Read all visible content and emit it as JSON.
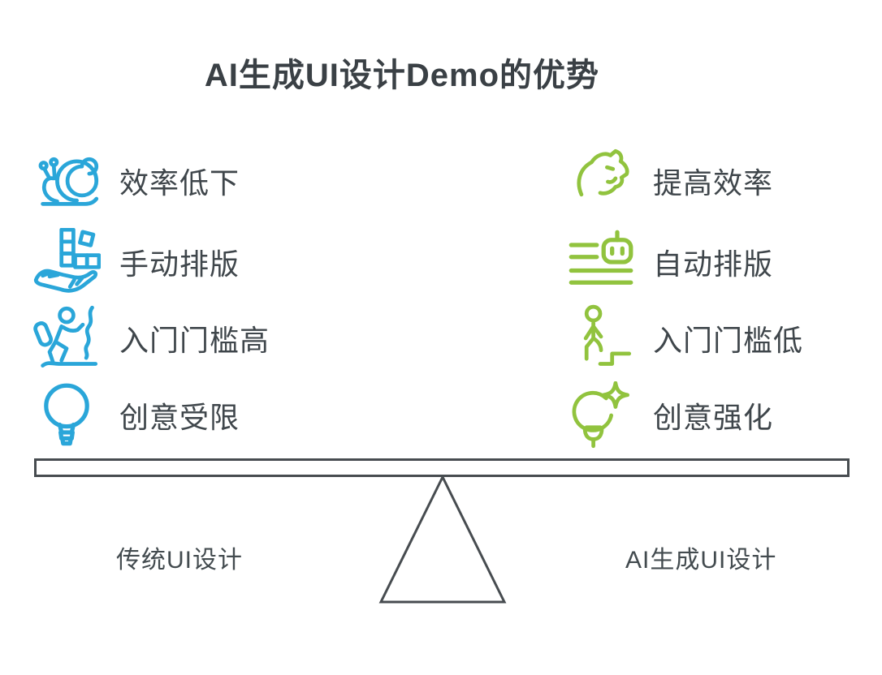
{
  "title": "AI生成UI设计Demo的优势",
  "colors": {
    "left_accent": "#2aa6d9",
    "right_accent": "#91c33e",
    "text": "#3f464b",
    "seesaw_stroke": "#474c50"
  },
  "columns": {
    "left": {
      "items": [
        {
          "icon": "snail-icon",
          "label": "效率低下"
        },
        {
          "icon": "hand-blocks-icon",
          "label": "手动排版"
        },
        {
          "icon": "climber-icon",
          "label": "入门门槛高"
        },
        {
          "icon": "lightbulb-icon",
          "label": "创意受限"
        }
      ]
    },
    "right": {
      "items": [
        {
          "icon": "cheetah-icon",
          "label": "提高效率"
        },
        {
          "icon": "robot-typesetting-icon",
          "label": "自动排版"
        },
        {
          "icon": "stairs-person-icon",
          "label": "入门门槛低"
        },
        {
          "icon": "lightbulb-sparkle-icon",
          "label": "创意强化"
        }
      ]
    }
  },
  "seesaw": {
    "left_label": "传统UI设计",
    "right_label": "AI生成UI设计"
  }
}
